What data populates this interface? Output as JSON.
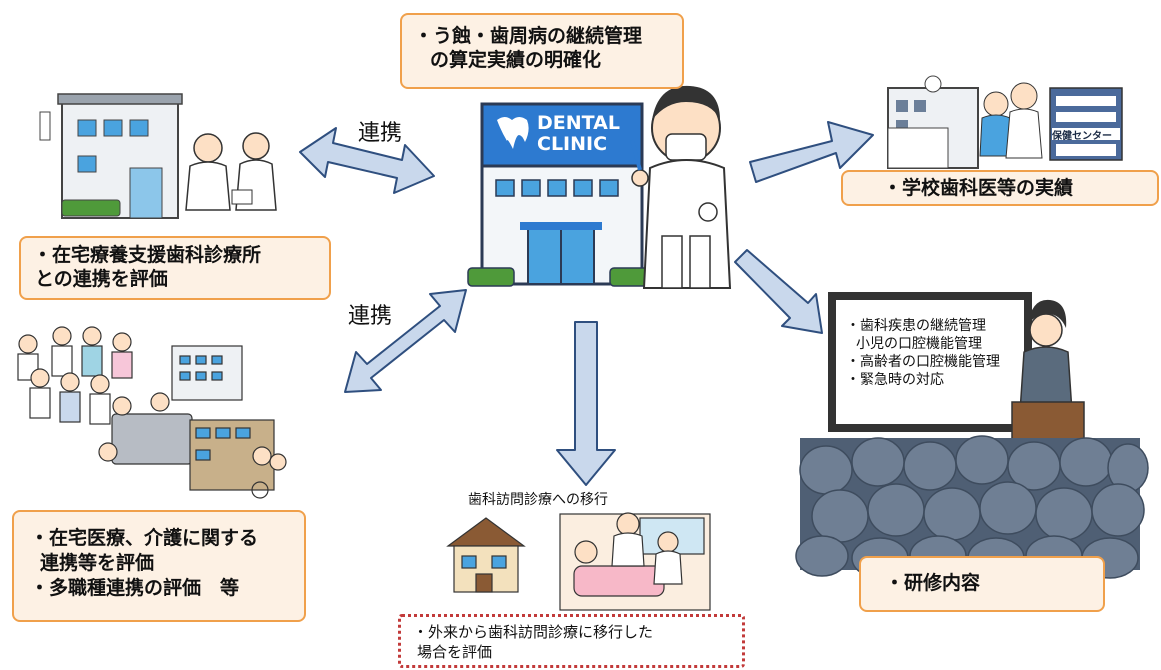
{
  "center_box": [
    "・う蝕・歯周病の継続管理",
    "の算定実績の明確化"
  ],
  "clinic_sign": [
    "DENTAL",
    "CLINIC"
  ],
  "link_label_top": "連携",
  "link_label_bottom": "連携",
  "home_care_box": [
    "・在宅療養支援歯科診療所",
    "との連携を評価"
  ],
  "school_box": "・学校歯科医等の実績",
  "health_center_sign": "保健センター",
  "multi_box": [
    "・在宅医療、介護に関する",
    "連携等を評価",
    "・多職種連携の評価　等"
  ],
  "visit_label": "歯科訪問診療への移行",
  "visit_box": [
    "・外来から歯科訪問診療に移行した",
    "場合を評価"
  ],
  "board_text": [
    "・歯科疾患の継続管理",
    "小児の口腔機能管理",
    "・高齢者の口腔機能管理",
    "・緊急時の対応"
  ],
  "training_box": "・研修内容",
  "colors": {
    "box_fill": "#fdf1e4",
    "box_border": "#f0a04b",
    "arrow_fill": "#c9d8ec",
    "arrow_stroke": "#2f4f7f",
    "dashed_border": "#c23a3a"
  }
}
